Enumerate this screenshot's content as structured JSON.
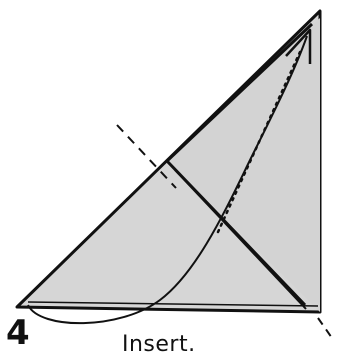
{
  "step": {
    "number": "4",
    "instruction": "Insert."
  },
  "colors": {
    "paper_fill": "#d6d6d6",
    "line": "#111111",
    "background": "#ffffff"
  },
  "icons": {
    "arrow": "curved-insert-arrow",
    "fold_line": "valley-fold-dashed-line",
    "motion_path": "dotted-motion-path"
  }
}
